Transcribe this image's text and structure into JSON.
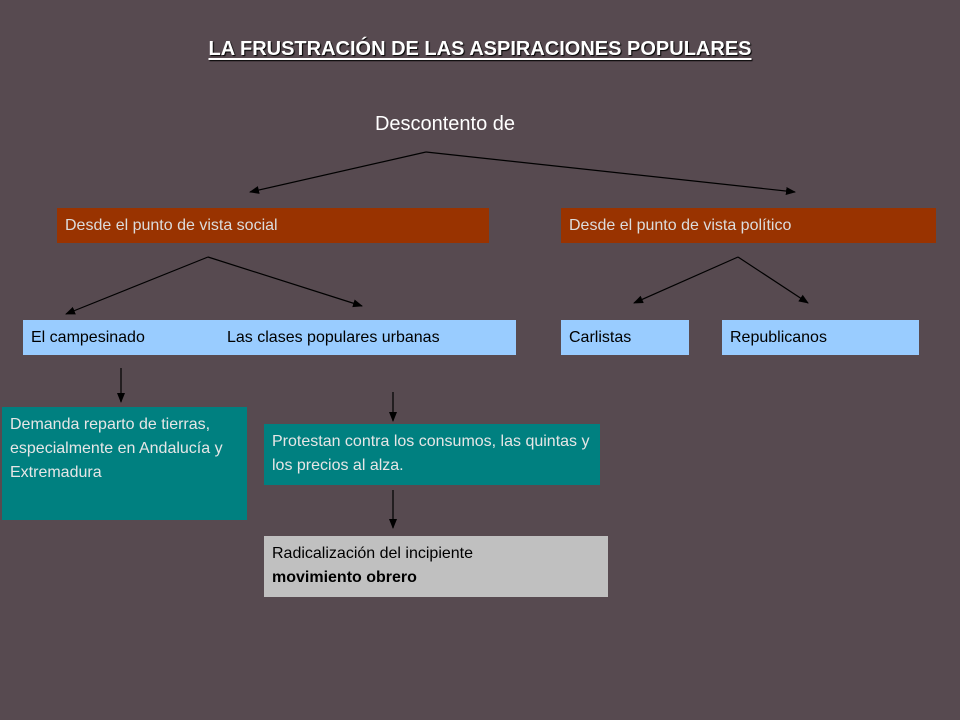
{
  "title": "LA FRUSTRACIÓN DE LAS ASPIRACIONES POPULARES",
  "root": "Descontento de",
  "categories": {
    "social": "Desde el punto de vista social",
    "political": "Desde el punto de vista político"
  },
  "groups": {
    "campesinado": "El campesinado",
    "urbanas": "Las clases populares urbanas",
    "carlistas": "Carlistas",
    "republicanos": "Republicanos"
  },
  "details": {
    "campesinado": "Demanda reparto de tierras, especialmente en Andalucía y Extremadura",
    "urbanas": "Protestan contra los consumos, las quintas y los precios al alza.",
    "consequence_prefix": "Radicalización del incipiente",
    "consequence_bold": "movimiento obrero"
  },
  "colors": {
    "background": "#574a50",
    "category_box": "#993300",
    "group_box": "#99ccff",
    "detail_teal": "#008080",
    "detail_grey": "#c0c0c0"
  }
}
